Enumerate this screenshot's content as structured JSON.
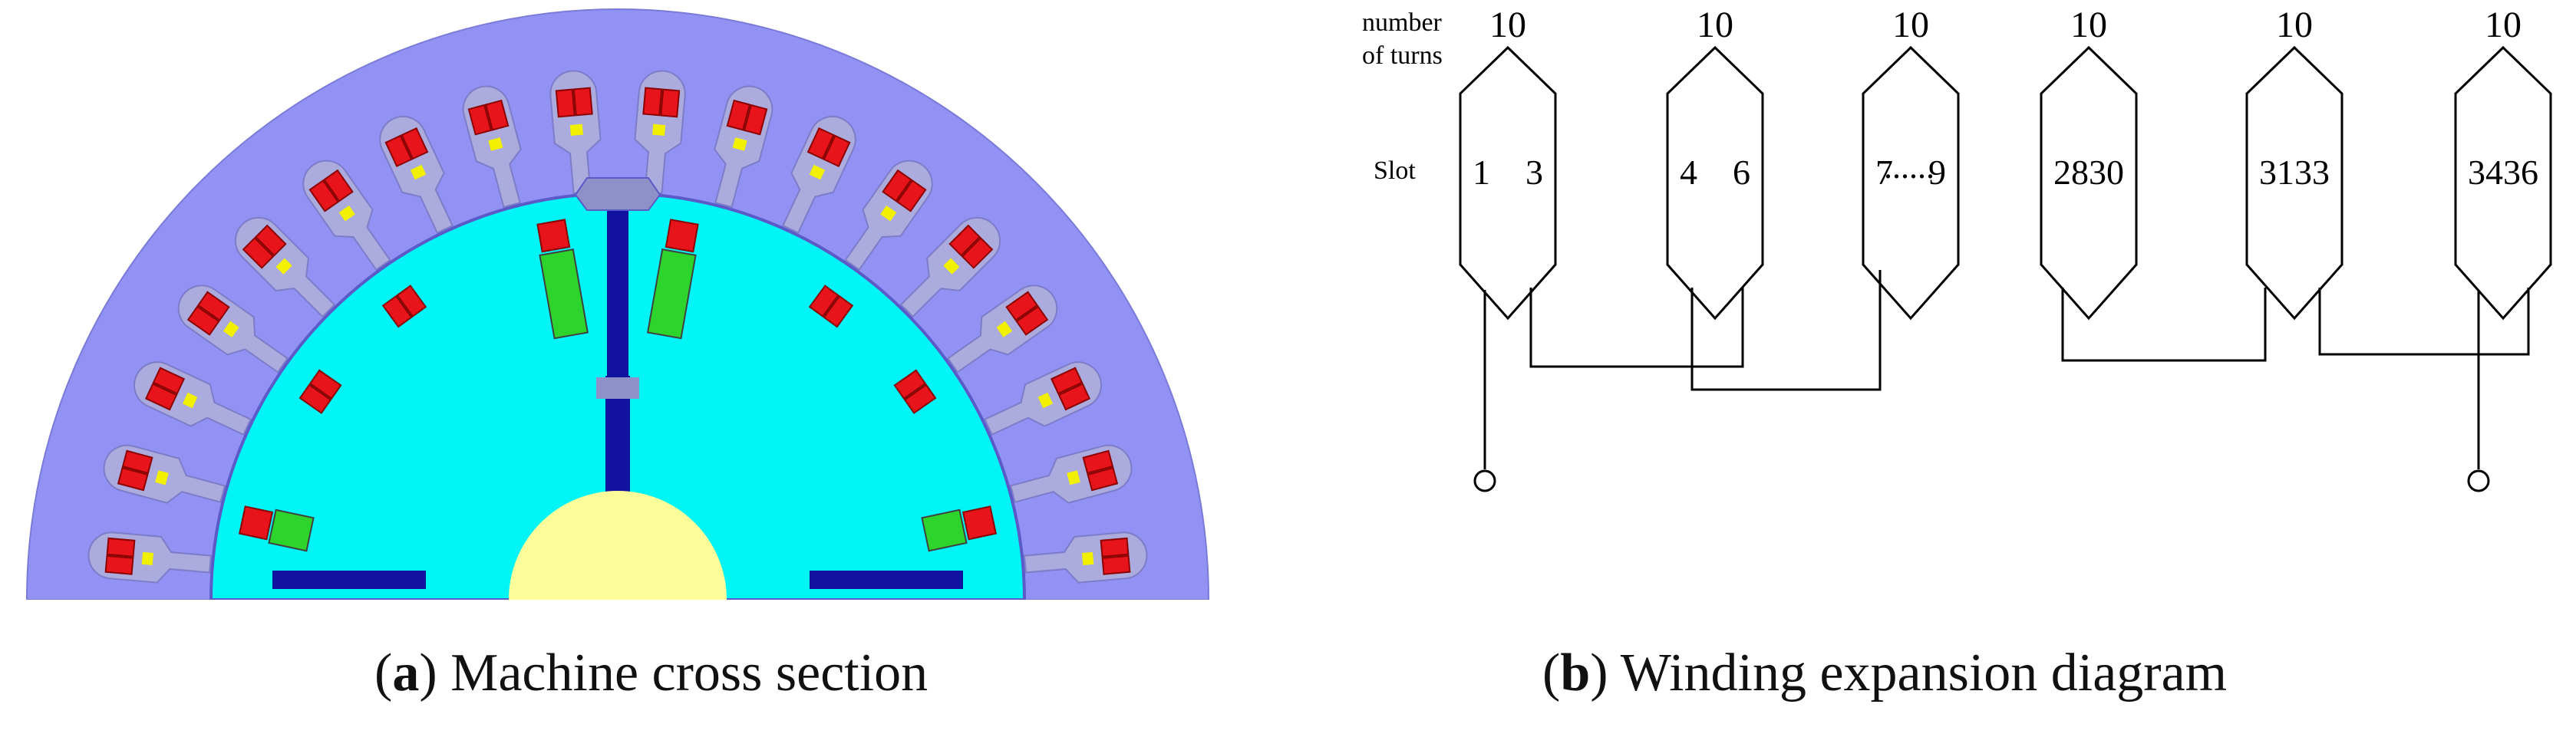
{
  "panel_a": {
    "caption_tag": "a",
    "caption_text": "Machine cross section",
    "colors": {
      "stator": "#9292f5",
      "slot": "#ababde",
      "rotor": "#00f5f7",
      "shaft": "#fdfc9a",
      "conductor": "#e8141c",
      "wedge": "#f0f000",
      "magnet": "#2cd42c",
      "flux_barrier": "#1212a0",
      "pole_lug": "#9090c8"
    }
  },
  "panel_b": {
    "caption_tag": "b",
    "caption_text": "Winding expansion diagram",
    "number_label_line1": "number",
    "number_label_line2": "of turns",
    "slot_label": "Slot",
    "ellipsis": "......",
    "coils": [
      {
        "turns": "10",
        "left_slot": "1",
        "right_slot": "3"
      },
      {
        "turns": "10",
        "left_slot": "4",
        "right_slot": "6"
      },
      {
        "turns": "10",
        "left_slot": "7",
        "right_slot": "9"
      },
      {
        "turns": "10",
        "left_slot": "28",
        "right_slot": "30"
      },
      {
        "turns": "10",
        "left_slot": "31",
        "right_slot": "33"
      },
      {
        "turns": "10",
        "left_slot": "34",
        "right_slot": "36"
      }
    ]
  }
}
